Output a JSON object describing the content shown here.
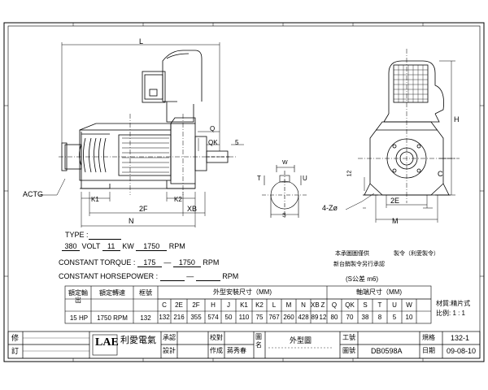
{
  "drawing": {
    "dims": {
      "L": "L",
      "Q": "Q",
      "QK": "QK",
      "five": "5",
      "H": "H",
      "C": "C",
      "K1": "K1",
      "K2": "K2",
      "twoF": "2F",
      "XB": "XB",
      "N": "N",
      "twoE": "2E",
      "M": "M",
      "fourZ": "4-Zø",
      "W": "W",
      "T": "T",
      "U": "U",
      "S": "S",
      "twelve": "12",
      "ACTG": "ACTG"
    }
  },
  "spec": {
    "type_label": "TYPE :",
    "volt_value": "380",
    "volt_label": "VOLT",
    "hp_value": "11",
    "kw_label": "KW",
    "speed_value": "1750",
    "rpm_label": "RPM",
    "torque_label": "CONSTANT TORQUE :",
    "torque_from": "175",
    "torque_to": "1750",
    "torque_rpm": "RPM",
    "hp_mode_label": "CONSTANT HORSEPOWER :",
    "hp_mode_rpm": "RPM",
    "note1": "本承圖圖僅供",
    "note2": "製令（利愛製令）",
    "note3": "新台銷製令另行承認",
    "tolerance": "(S公差 m6)"
  },
  "table": {
    "rated_output": "額定輸出",
    "rated_speed": "額定轉速",
    "frame": "框號",
    "mount_dims": "外型安裝尺寸（MM)",
    "shaft_dims": "軸端尺寸（MM)",
    "material": "材質:精片式",
    "scale": "比例: 1 : 1",
    "mount_cols": [
      "C",
      "2E",
      "2F",
      "H",
      "J",
      "K1",
      "K2",
      "L",
      "M",
      "N",
      "XB",
      "Z"
    ],
    "shaft_cols": [
      "Q",
      "QK",
      "S",
      "T",
      "U",
      "W"
    ],
    "row": {
      "output": "15",
      "output_unit": "HP",
      "speed": "1750 RPM",
      "frame": "132",
      "mount_vals": [
        "132",
        "216",
        "355",
        "574",
        "50",
        "110",
        "75",
        "767",
        "260",
        "428",
        "89",
        "12"
      ],
      "shaft_vals": [
        "80",
        "70",
        "38",
        "8",
        "5",
        "10"
      ]
    }
  },
  "title_block": {
    "rev1": "修",
    "rev2": "訂",
    "logo_text": "LAE",
    "company": "利愛電氣",
    "approve": "承認",
    "check": "校對",
    "design": "設計",
    "author": "作成",
    "author_name": "蔣秀春",
    "drawing": "圖名",
    "drawing_name": "外型圖",
    "job": "工號",
    "dwg_no": "圖號",
    "dwg_no_value": "DB0598A",
    "spec": "規格",
    "spec_value": "132-1",
    "date_label": "日期",
    "date_value": "09-08-10"
  }
}
